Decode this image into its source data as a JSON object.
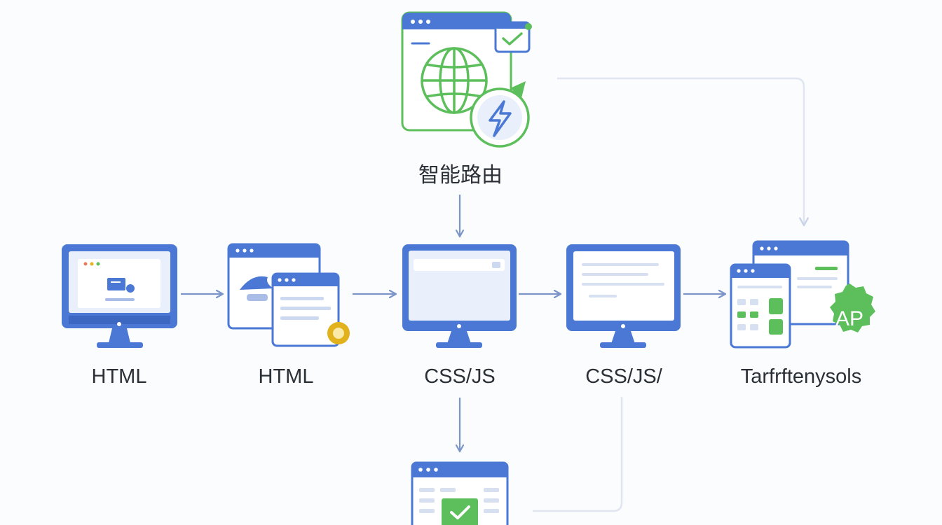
{
  "diagram": {
    "top_node": {
      "label": "智能路由",
      "icon": "globe-lightning-browser-icon"
    },
    "nodes": [
      {
        "label": "HTML",
        "icon": "desktop-monitor-icon"
      },
      {
        "label": "HTML",
        "icon": "stacked-browser-windows-icon"
      },
      {
        "label": "CSS/JS",
        "icon": "desktop-monitor-icon"
      },
      {
        "label": "CSS/JS/",
        "icon": "desktop-monitor-icon"
      },
      {
        "label": "Tarfrftenysols",
        "icon": "dashboard-windows-icon",
        "badge": "AP"
      }
    ],
    "bottom_node": {
      "icon": "checked-browser-window-icon"
    },
    "colors": {
      "primary_blue": "#4a78d4",
      "light_blue": "#e9effb",
      "green": "#5cbf5c",
      "arrow": "#7b95c9",
      "connector": "#dfe5f1",
      "gold": "#e2b21d"
    }
  }
}
